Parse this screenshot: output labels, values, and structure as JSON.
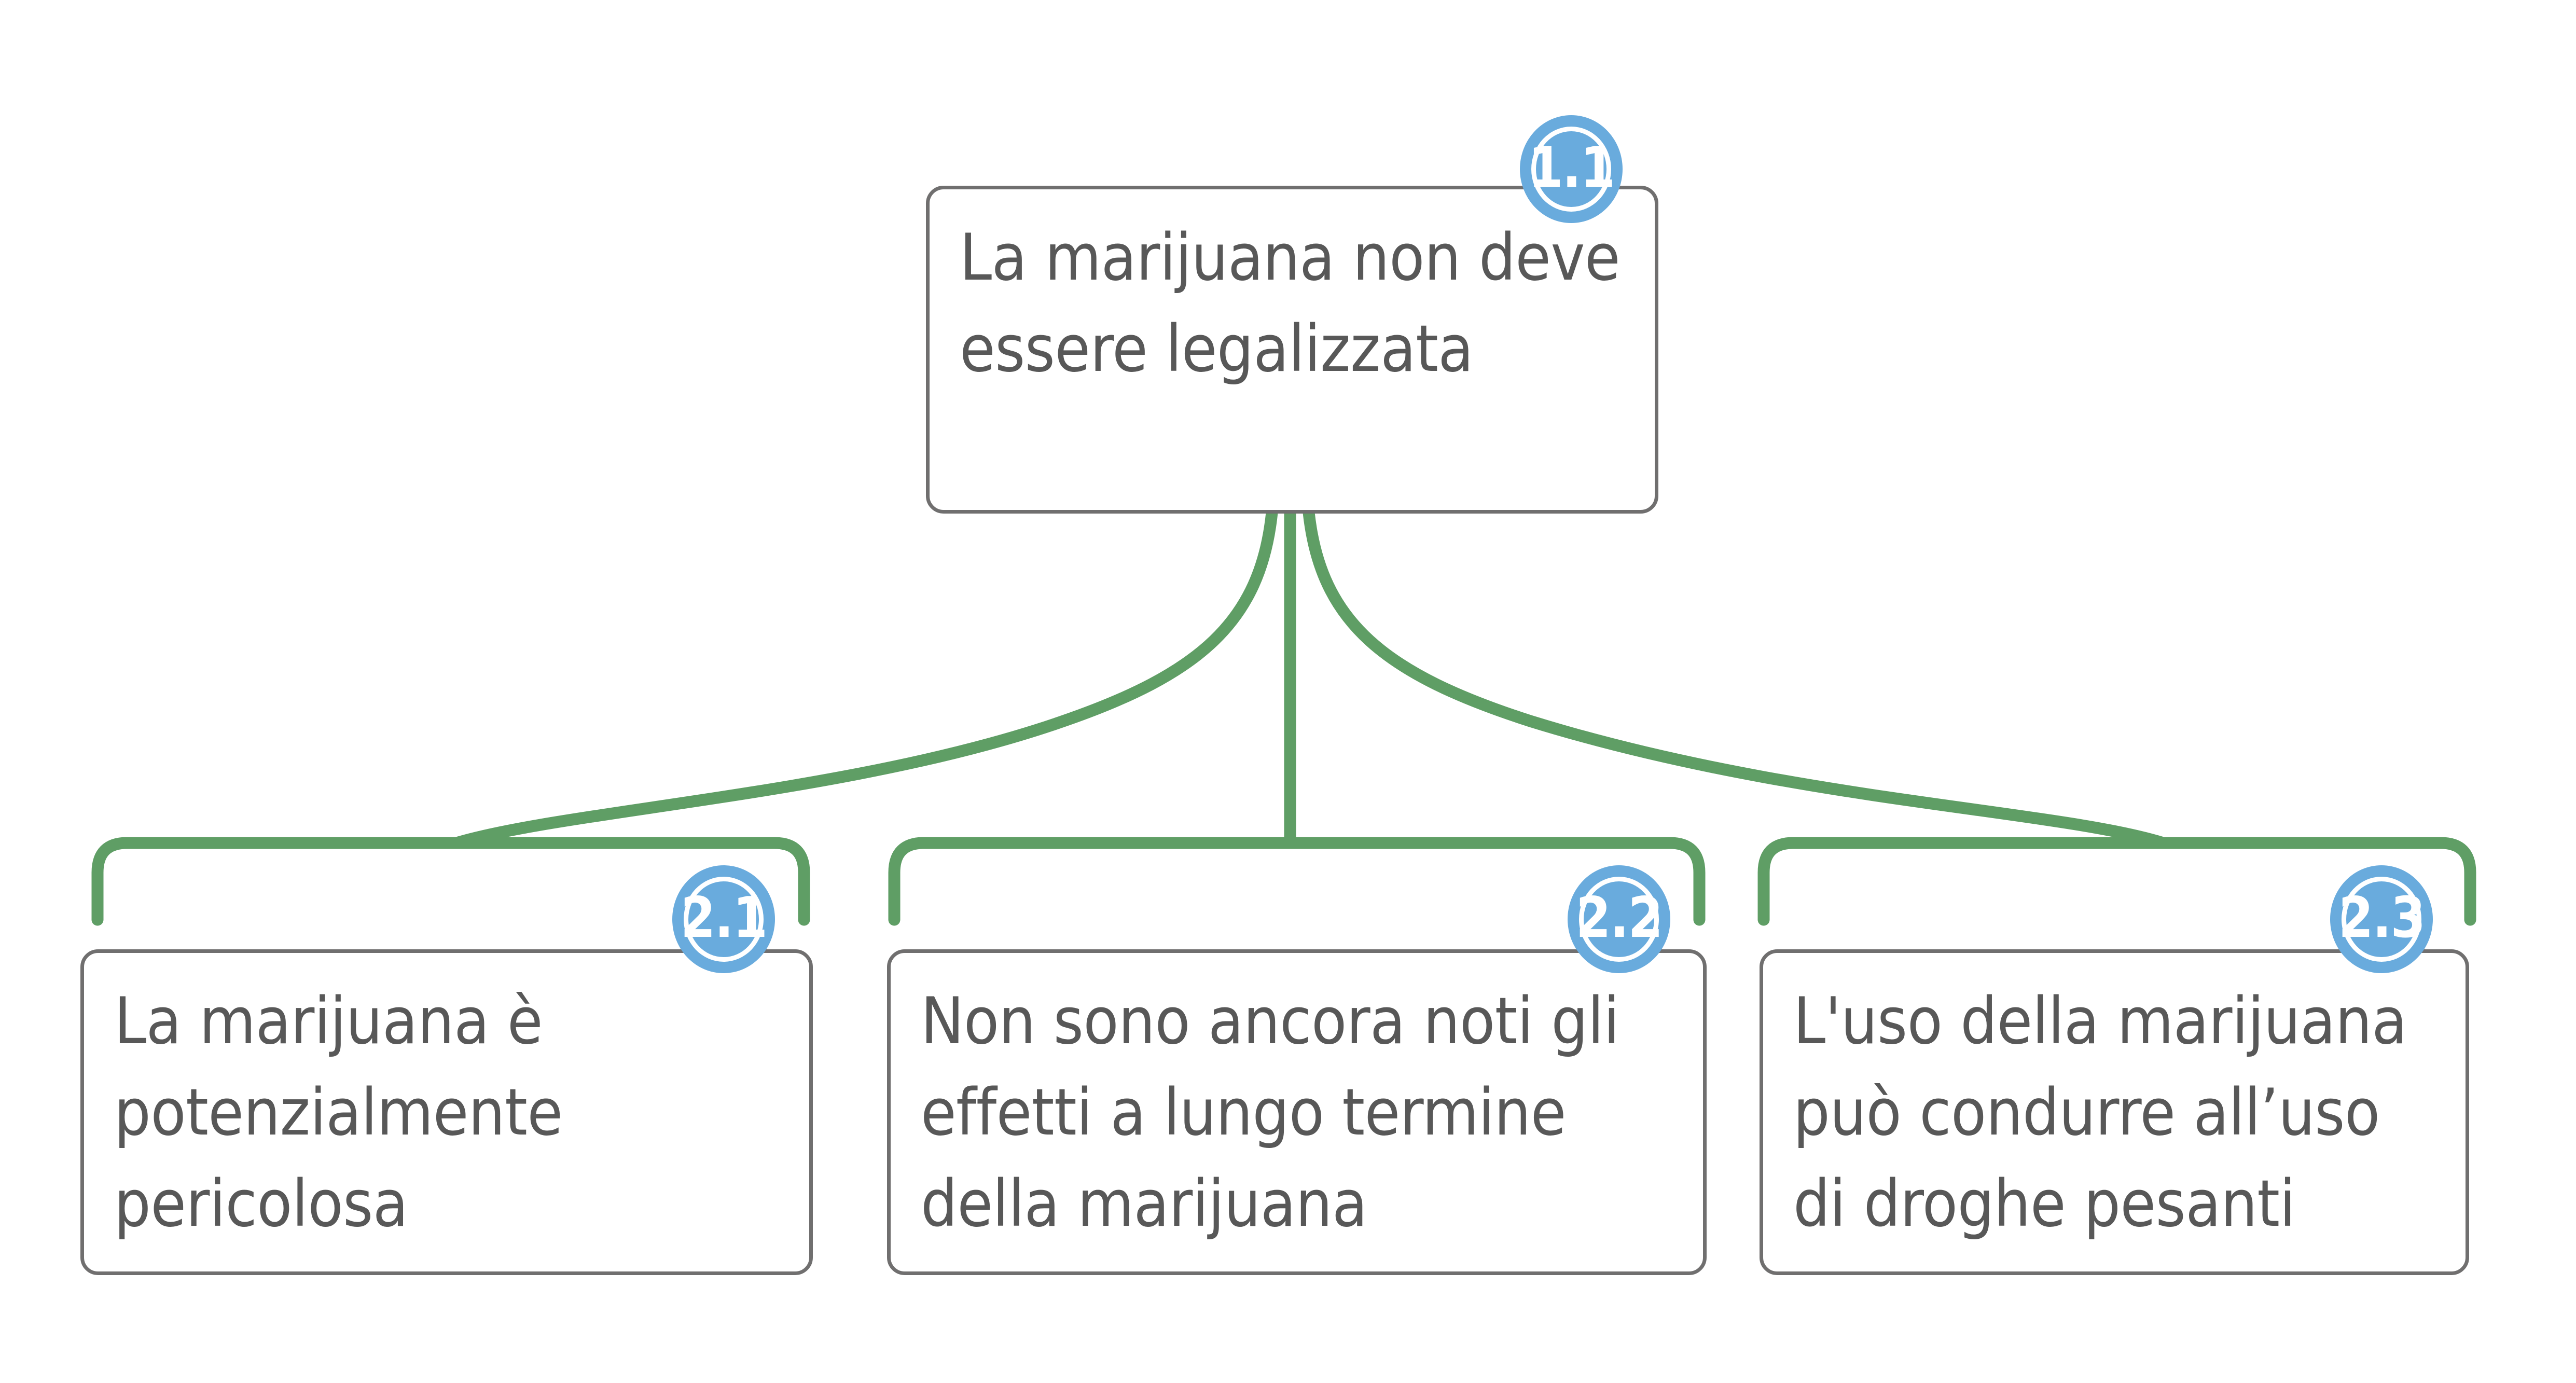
{
  "diagram": {
    "type": "argument-map-tree",
    "language": "it",
    "background_color": "#ffffff",
    "colors": {
      "box_border": "#706f6f",
      "box_fill": "#ffffff",
      "text": "#585858",
      "connector_green": "#5f9e65",
      "badge_blue": "#69abdd",
      "badge_ring": "#ffffff",
      "badge_text": "#ffffff"
    },
    "root": {
      "id": "1.1",
      "badge_label": "1.1",
      "text": "La marijuana non deve essere legalizzata",
      "lines": [
        "La marijuana non",
        "deve essere",
        "legalizzata"
      ]
    },
    "children": [
      {
        "id": "2.1",
        "badge_label": "2.1",
        "text": "La marijuana è potenzialmente pericolosa",
        "lines": [
          "La marijuana è",
          "potenzialmente",
          "pericolosa"
        ]
      },
      {
        "id": "2.2",
        "badge_label": "2.2",
        "text": "Non sono ancora noti gli effetti a lungo termine della marijuana",
        "lines": [
          "Non sono ancora noti gli",
          "effetti a lungo termine",
          "della marijuana"
        ]
      },
      {
        "id": "2.3",
        "badge_label": "2.3",
        "text": "L'uso della marijuana può condurre all’uso di droghe pesanti",
        "lines": [
          "L'uso della marijuana",
          "può condurre all’uso",
          "di droghe pesanti"
        ]
      }
    ],
    "edges": [
      {
        "from": "1.1",
        "to": "2.1"
      },
      {
        "from": "1.1",
        "to": "2.2"
      },
      {
        "from": "1.1",
        "to": "2.3"
      }
    ]
  }
}
